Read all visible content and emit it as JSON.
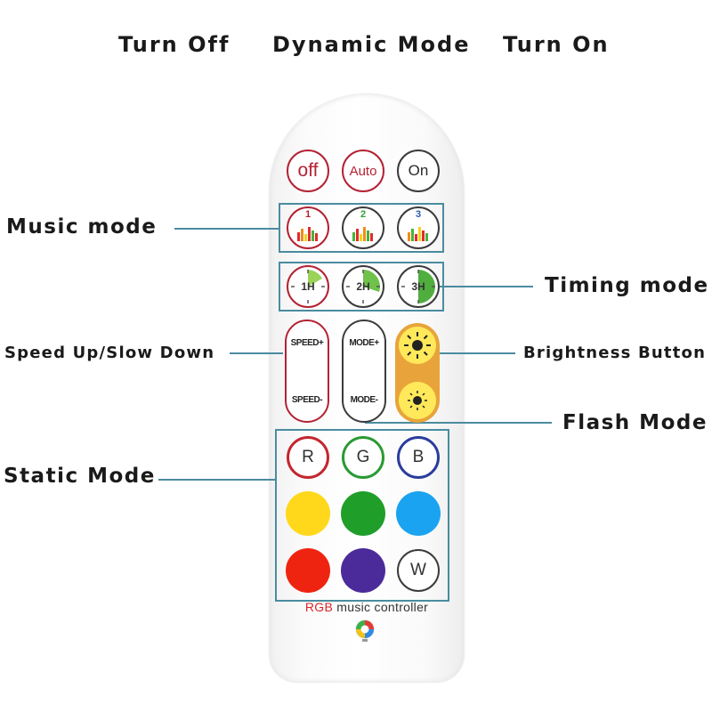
{
  "labels": {
    "turn_off": "Turn Off",
    "dynamic_mode": "Dynamic Mode",
    "turn_on": "Turn On",
    "music_mode": "Music mode",
    "timing_mode": "Timing mode",
    "speed": "Speed Up/Slow Down",
    "brightness": "Brightness Button",
    "flash_mode": "Flash Mode",
    "static_mode": "Static Mode"
  },
  "remote": {
    "row1": {
      "off": "off",
      "auto": "Auto",
      "on": "On"
    },
    "music": {
      "m1": "1",
      "m2": "2",
      "m3": "3"
    },
    "timer": {
      "t1": "1H",
      "t2": "2H",
      "t3": "3H"
    },
    "speed_up": "SPEED+",
    "speed_down": "SPEED-",
    "mode_up": "MODE+",
    "mode_down": "MODE-",
    "static": {
      "r": "R",
      "g": "G",
      "b": "B",
      "w": "W"
    },
    "brand_rgb": "RGB",
    "brand_rest": " music controller"
  },
  "colors": {
    "red_text": "#b42233",
    "accent_line": "#4a8ca0",
    "yellow": "#ffd81c",
    "green": "#1f9e2a",
    "sky": "#1aa3f0",
    "red": "#ee2411",
    "purple": "#4b2b9a"
  },
  "icons": [
    "equalizer-icon",
    "clock-icon",
    "sun-bright-icon",
    "sun-dim-icon",
    "brand-logo-icon"
  ]
}
